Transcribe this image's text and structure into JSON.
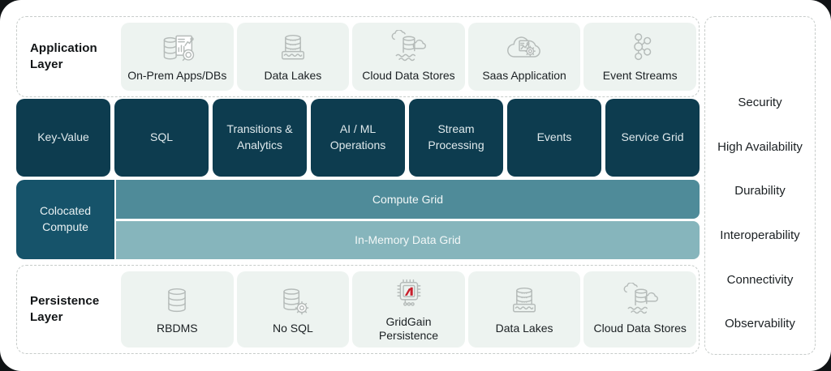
{
  "app_layer": {
    "label": "Application Layer",
    "cards": [
      {
        "label": "On-Prem Apps/DBs",
        "icon": "on-prem-apps-dbs"
      },
      {
        "label": "Data Lakes",
        "icon": "data-lakes"
      },
      {
        "label": "Cloud Data Stores",
        "icon": "cloud-data-stores"
      },
      {
        "label": "Saas Application",
        "icon": "saas-application"
      },
      {
        "label": "Event Streams",
        "icon": "event-streams"
      }
    ]
  },
  "services_row": {
    "boxes": [
      "Key-Value",
      "SQL",
      "Transitions & Analytics",
      "AI / ML Operations",
      "Stream Processing",
      "Events",
      "Service Grid"
    ]
  },
  "compute_row": {
    "colocated": "Colocated Compute",
    "compute_grid": "Compute Grid",
    "in_memory": "In-Memory Data Grid"
  },
  "persistence_layer": {
    "label": "Persistence Layer",
    "cards": [
      {
        "label": "RBDMS",
        "icon": "database"
      },
      {
        "label": "No SQL",
        "icon": "nosql"
      },
      {
        "label": "GridGain Persistence",
        "icon": "gridgain-chip"
      },
      {
        "label": "Data Lakes",
        "icon": "data-lakes"
      },
      {
        "label": "Cloud Data Stores",
        "icon": "cloud-data-stores"
      }
    ]
  },
  "qualities": {
    "items": [
      "Security",
      "High Availability",
      "Durability",
      "Interoperability",
      "Connectivity",
      "Observability"
    ]
  },
  "colors": {
    "dark_box": "#0d3c4f",
    "colocated_box": "#16536a",
    "compute_grid_bar": "#4f8b99",
    "in_memory_bar": "#86b5bc",
    "card_background": "#edf3f0",
    "gridgain_red": "#c81f2c"
  }
}
